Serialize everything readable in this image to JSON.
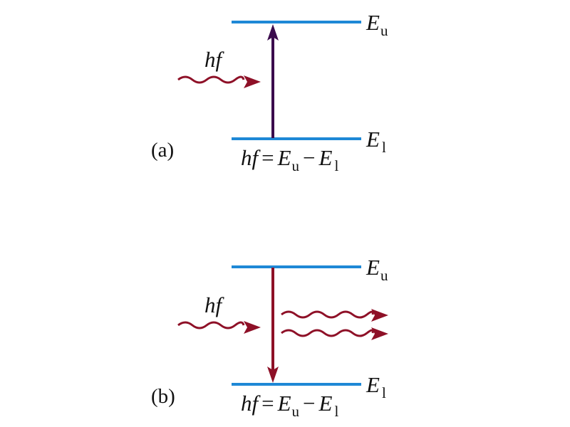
{
  "colors": {
    "level": "#1e88d6",
    "photon": "#8e1027",
    "absorption_arrow": "#3b0b4d",
    "emission_arrow": "#8e1027"
  },
  "panel_a": {
    "tag": "(a)",
    "upper_level": {
      "symbol": "E",
      "subscript": "u"
    },
    "lower_level": {
      "symbol": "E",
      "subscript": "l"
    },
    "photon_label": "hf",
    "equation": {
      "lhs": "hf",
      "eq": "=",
      "e1": "E",
      "e1_sub": "u",
      "minus": "−",
      "e2": "E",
      "e2_sub": "l"
    }
  },
  "panel_b": {
    "tag": "(b)",
    "upper_level": {
      "symbol": "E",
      "subscript": "u"
    },
    "lower_level": {
      "symbol": "E",
      "subscript": "l"
    },
    "photon_label": "hf",
    "equation": {
      "lhs": "hf",
      "eq": "=",
      "e1": "E",
      "e1_sub": "u",
      "minus": "−",
      "e2": "E",
      "e2_sub": "l"
    }
  }
}
